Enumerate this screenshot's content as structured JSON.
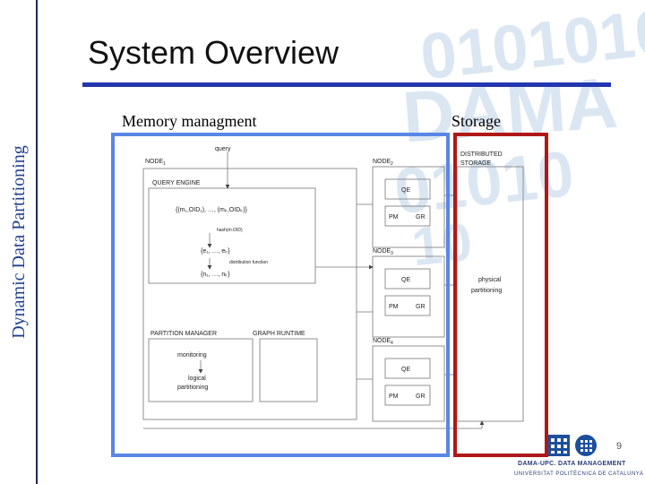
{
  "sidebar": {
    "title": "Dynamic Data Partitioning"
  },
  "slide": {
    "title": "System Overview",
    "page_number": "9"
  },
  "sections": {
    "memory_label": "Memory managment",
    "storage_label": "Storage"
  },
  "diagram": {
    "query_label": "query",
    "node1_label": "NODE",
    "node1_sub": "1",
    "query_engine_label": "QUERY ENGINE",
    "tuple_list_label": "{(m₁,OID₁), …, (mₖ,OIDₖ)}",
    "hash_label": "hash(m.OID)",
    "e_list_label": "{e₁, …, eₖ}",
    "distribution_label": "distribution function",
    "n_list_label": "{n₁, …, nₖ}",
    "partition_manager_label": "PARTITION MANAGER",
    "graph_runtime_label": "GRAPH RUNTIME",
    "monitoring_label": "monitoring",
    "logical_label_1": "logical",
    "logical_label_2": "partitioning",
    "node2_label": "NODE",
    "node2_sub": "2",
    "node3_label": "NODE",
    "node3_sub": "3",
    "node4_label": "NODE",
    "node4_sub": "4",
    "qe_label": "QE",
    "pm_label": "PM",
    "gr_label": "GR",
    "distributed_storage_1": "DISTRIBUTED",
    "distributed_storage_2": "STORAGE",
    "physical_1": "physical",
    "physical_2": "partitioning"
  },
  "footer": {
    "org": "DAMA-UPC. DATA MANAGEMENT",
    "university": "UNIVERSITAT POLITÈCNICA DE CATALUNYA"
  },
  "colors": {
    "memory_frame": "#5a87e6",
    "storage_frame": "#b01818",
    "title_rule": "#2236b0",
    "sidebar_text": "#1f3f8f"
  }
}
